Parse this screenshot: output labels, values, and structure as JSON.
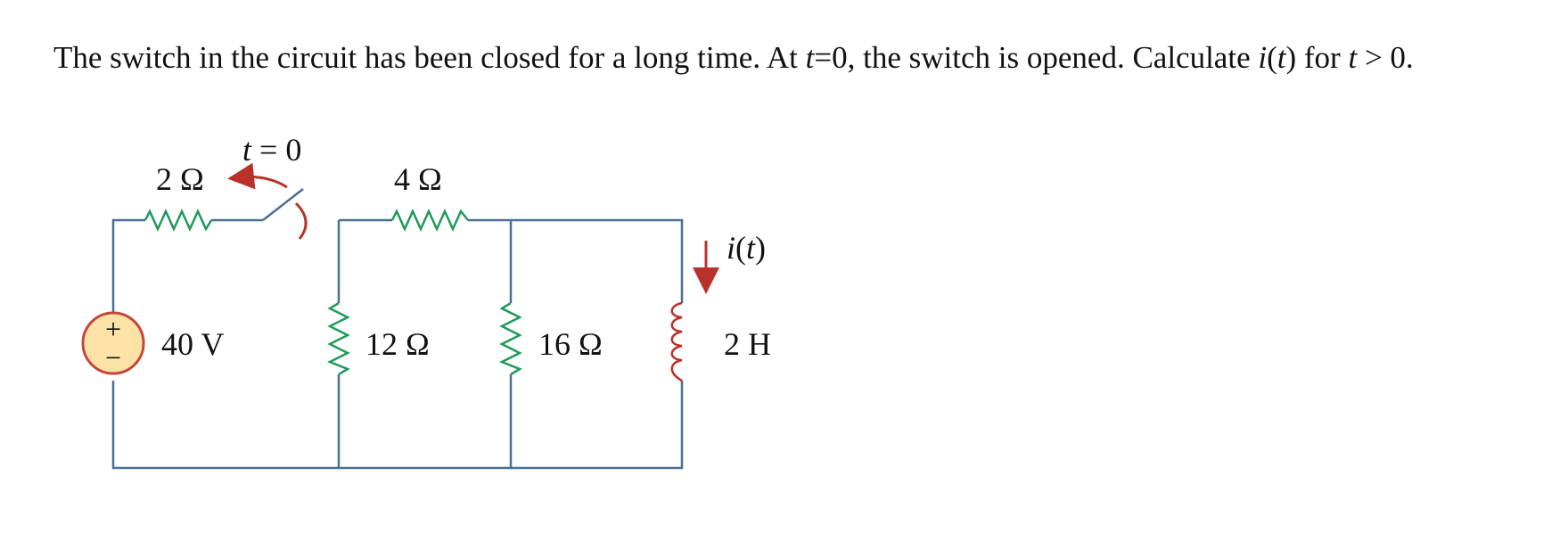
{
  "problem": {
    "text_1": "The switch in the circuit has been closed for a long time. At ",
    "var_t1": "t",
    "text_2": "=0, the switch is opened. Calculate ",
    "var_i": "i",
    "text_3": "(",
    "var_t2": "t",
    "text_4": ") for ",
    "var_t3": "t",
    "text_5": " > 0."
  },
  "circuit": {
    "r_series_label": "2 Ω",
    "switch_t": "t",
    "switch_eq": " = 0",
    "r_top_label": "4 Ω",
    "source_label": "40 V",
    "source_plus": "+",
    "source_minus": "−",
    "r_mid_label": "12 Ω",
    "r_right_label": "16 Ω",
    "current_i": "i",
    "current_open": "(",
    "current_t": "t",
    "current_close": ")",
    "inductor_label": "2 H"
  },
  "colors": {
    "wire": "#4a6e96",
    "resistor": "#1e9a5a",
    "arrow": "#b8322a",
    "source_fill": "#fde2a8",
    "source_stroke": "#c4473a"
  }
}
